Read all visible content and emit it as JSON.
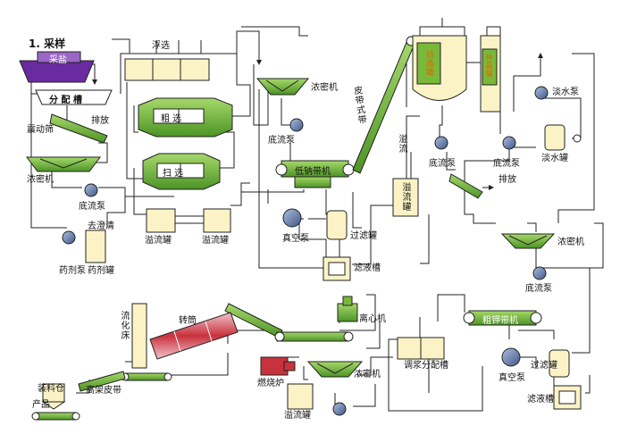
{
  "labels": {
    "step1": "1. 采样",
    "ore_boat": "采盐",
    "distribution_tank": "分 配 槽",
    "flotation": "浮选",
    "rough": "粗 选",
    "scavenge": "扫 选",
    "vibrating_screen": "震动筛",
    "discharge1": "排放",
    "thickener1": "浓密机",
    "underflow_pump1": "底流泵",
    "agent_pump": "药剂泵",
    "agent_tank": "药剂罐",
    "to_clarify": "去澄清",
    "overflow_tank1": "溢流罐",
    "overflow_tank2": "溢流罐",
    "thickener2": "浓密机",
    "underflow_pump2": "底流泵",
    "low_na_belt": "低钠带机",
    "vacuum_pump1": "真空泵",
    "filter_tank1": "过滤罐",
    "filtrate_tank1": "滤液槽",
    "belt_conveyor": "皮带式带",
    "crystallizer": "结晶罐",
    "seed_tank": "种晶罐",
    "ice_water": "溢流",
    "overflow_tank3": "溢流罐",
    "underflow_pump3": "底流泵",
    "underflow_pump4": "底流泵",
    "fresh_pump": "淡水泵",
    "fresh_tank": "淡水罐",
    "discharge2": "排放",
    "thickener3": "浓密机",
    "underflow_pump5": "底流泵",
    "coarse_k_belt": "粗钾带机",
    "vacuum_pump2": "真空泵",
    "filter_tank2": "过滤罐",
    "filtrate_tank2": "滤液槽",
    "slurry_tank": "调浆分配槽",
    "centrifuge": "离心机",
    "thickener4": "浓密机",
    "overflow_tank4": "溢流罐",
    "furnace": "燃烧炉",
    "dryer": "转筒",
    "fluid_bed": "流化床",
    "high_belt": "高架皮带",
    "packing_bin": "装料仓",
    "product": "产品"
  },
  "colors": {
    "green": "#79b93a",
    "dark_green": "#3f7f1e",
    "cream": "#fbf3c6",
    "purple": "#6a2aa0",
    "steel": "#6f86b2",
    "red": "#c8323c",
    "pink": "#e9a8b8",
    "line": "#222222"
  }
}
